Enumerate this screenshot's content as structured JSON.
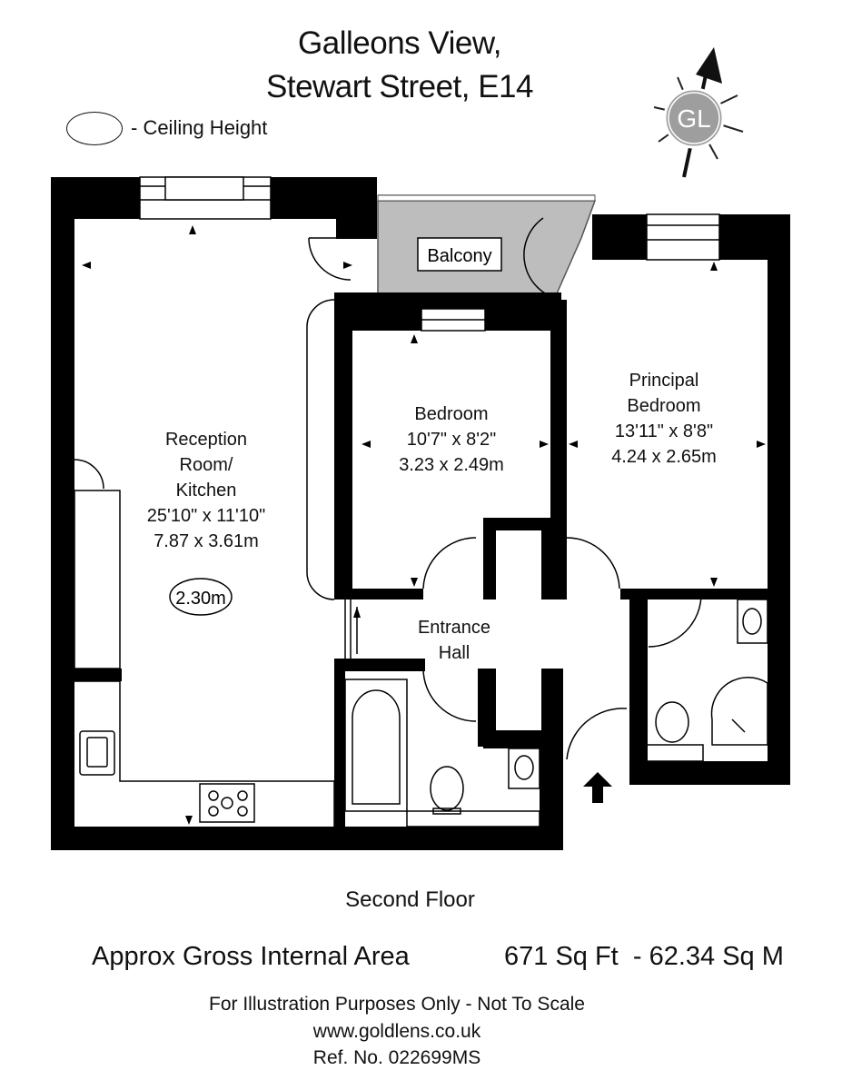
{
  "header": {
    "title_line1": "Galleons View,",
    "title_line2": "Stewart Street, E14"
  },
  "legend": {
    "symbol": "ceiling-height-oval",
    "label": "- Ceiling Height"
  },
  "compass": {
    "logo_text": "GL",
    "icon": "north-arrow-icon"
  },
  "rooms": {
    "balcony": {
      "name": "Balcony"
    },
    "reception": {
      "name_line1": "Reception",
      "name_line2": "Room/",
      "name_line3": "Kitchen",
      "size_imperial": "25'10\" x 11'10\"",
      "size_metric": "7.87 x 3.61m",
      "ceiling_height": "2.30m"
    },
    "bedroom": {
      "name": "Bedroom",
      "size_imperial": "10'7\" x 8'2\"",
      "size_metric": "3.23 x 2.49m"
    },
    "principal_bedroom": {
      "name_line1": "Principal",
      "name_line2": "Bedroom",
      "size_imperial": "13'11\" x 8'8\"",
      "size_metric": "4.24 x 2.65m"
    },
    "entrance_hall": {
      "name_line1": "Entrance",
      "name_line2": "Hall"
    }
  },
  "floor_label": "Second Floor",
  "area": {
    "label": "Approx Gross Internal Area",
    "value": "671 Sq Ft  - 62.34 Sq M"
  },
  "footer": {
    "disclaimer": "For Illustration Purposes Only - Not To Scale",
    "website": "www.goldlens.co.uk",
    "reference": "Ref. No. 022699MS"
  },
  "colors": {
    "wall": "#000000",
    "balcony_fill": "#bdbdbd",
    "logo_fill": "#9e9e9e"
  }
}
